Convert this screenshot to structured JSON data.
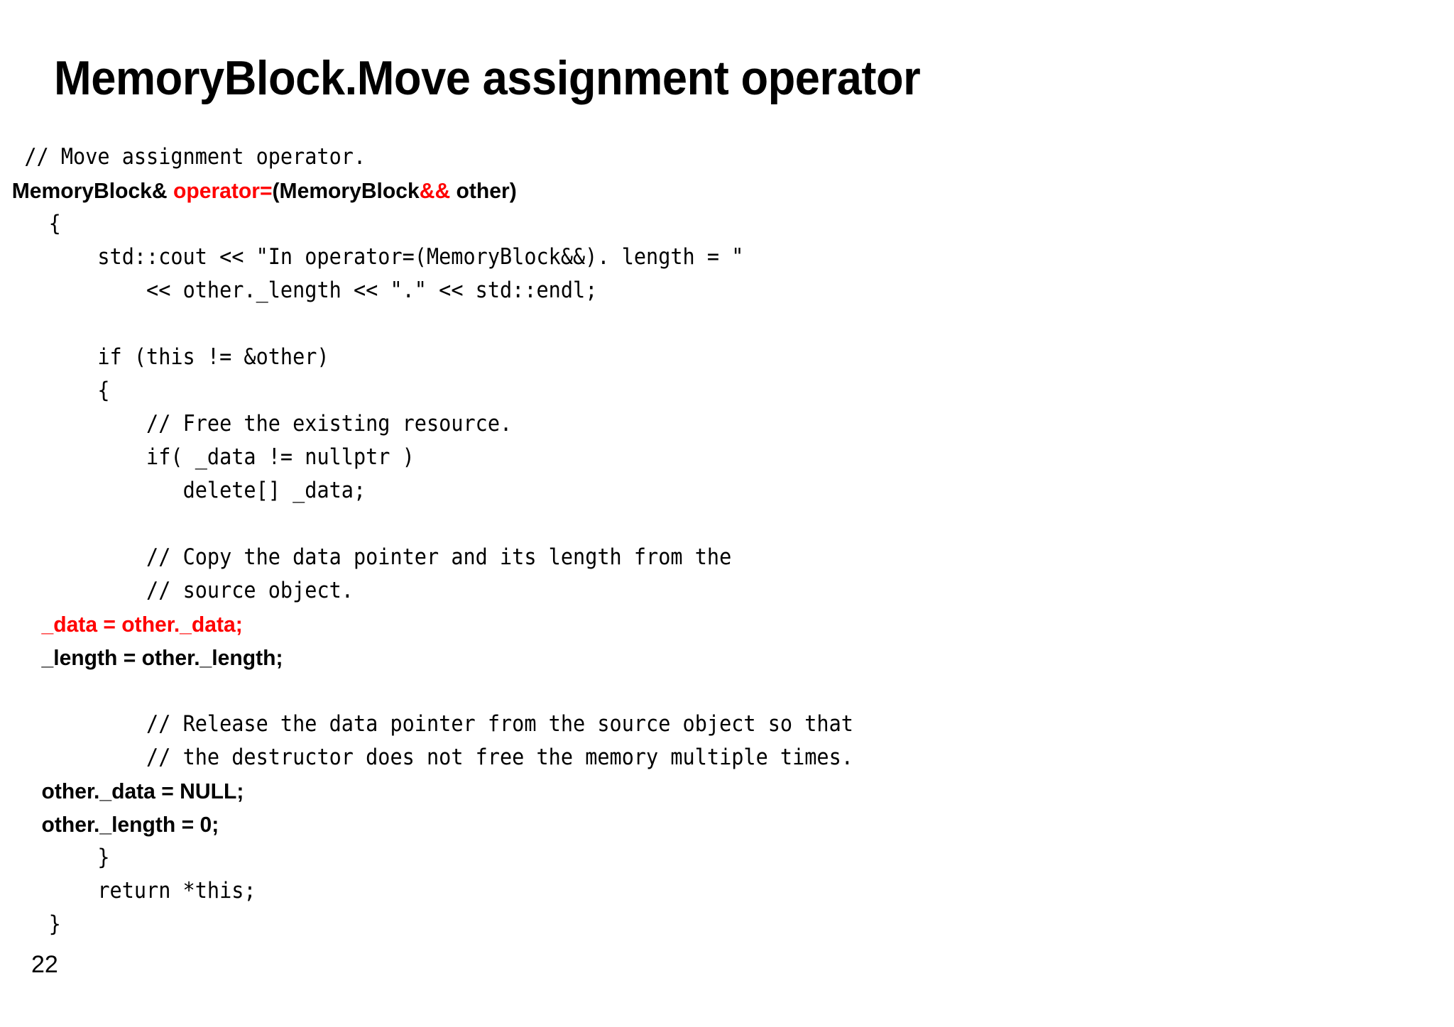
{
  "slide": {
    "title": "MemoryBlock.Move assignment operator",
    "page_number": "22",
    "accent_color": "#FF0000",
    "text_color": "#000000",
    "background_color": "#FFFFFF"
  },
  "code": {
    "language": "cpp",
    "lines": [
      {
        "style": "mono",
        "indent": "  ",
        "runs": [
          {
            "text": "// Move assignment operator.",
            "color": "black"
          }
        ]
      },
      {
        "style": "sans",
        "indent": "  ",
        "runs": [
          {
            "text": "MemoryBlock& ",
            "color": "black"
          },
          {
            "text": "operator=",
            "color": "red"
          },
          {
            "text": "(MemoryBlock",
            "color": "black"
          },
          {
            "text": "&&",
            "color": "red"
          },
          {
            "text": " other)",
            "color": "black"
          }
        ]
      },
      {
        "style": "mono",
        "indent": "    ",
        "runs": [
          {
            "text": "{",
            "color": "black"
          }
        ]
      },
      {
        "style": "mono",
        "indent": "        ",
        "runs": [
          {
            "text": "std::cout << \"In operator=(MemoryBlock&&). length = \"",
            "color": "black"
          }
        ]
      },
      {
        "style": "mono",
        "indent": "            ",
        "runs": [
          {
            "text": "<< other._length << \".\" << std::endl;",
            "color": "black"
          }
        ]
      },
      {
        "style": "blank",
        "indent": "",
        "runs": [
          {
            "text": " ",
            "color": "black"
          }
        ]
      },
      {
        "style": "mono",
        "indent": "        ",
        "runs": [
          {
            "text": "if (this != &other)",
            "color": "black"
          }
        ]
      },
      {
        "style": "mono",
        "indent": "        ",
        "runs": [
          {
            "text": "{",
            "color": "black"
          }
        ]
      },
      {
        "style": "mono",
        "indent": "            ",
        "runs": [
          {
            "text": "// Free the existing resource.",
            "color": "black"
          }
        ]
      },
      {
        "style": "mono",
        "indent": "            ",
        "runs": [
          {
            "text": "if( _data != nullptr )",
            "color": "black"
          }
        ]
      },
      {
        "style": "mono",
        "indent": "               ",
        "runs": [
          {
            "text": "delete[] _data;",
            "color": "black"
          }
        ]
      },
      {
        "style": "blank",
        "indent": "",
        "runs": [
          {
            "text": " ",
            "color": "black"
          }
        ]
      },
      {
        "style": "mono",
        "indent": "            ",
        "runs": [
          {
            "text": "// Copy the data pointer and its length from the",
            "color": "black"
          }
        ]
      },
      {
        "style": "mono",
        "indent": "            ",
        "runs": [
          {
            "text": "// source object.",
            "color": "black"
          }
        ]
      },
      {
        "style": "sans",
        "indent": "       ",
        "runs": [
          {
            "text": "_data = other._data;",
            "color": "red"
          }
        ]
      },
      {
        "style": "sans",
        "indent": "       ",
        "runs": [
          {
            "text": "_length = other._length;",
            "color": "black"
          }
        ]
      },
      {
        "style": "blank",
        "indent": "",
        "runs": [
          {
            "text": " ",
            "color": "black"
          }
        ]
      },
      {
        "style": "mono",
        "indent": "            ",
        "runs": [
          {
            "text": "// Release the data pointer from the source object so that",
            "color": "black"
          }
        ]
      },
      {
        "style": "mono",
        "indent": "            ",
        "runs": [
          {
            "text": "// the destructor does not free the memory multiple times.",
            "color": "black"
          }
        ]
      },
      {
        "style": "sans",
        "indent": "       ",
        "runs": [
          {
            "text": "other._data = NULL;",
            "color": "black"
          }
        ]
      },
      {
        "style": "sans",
        "indent": "       ",
        "runs": [
          {
            "text": "other._length = 0;",
            "color": "black"
          }
        ]
      },
      {
        "style": "mono",
        "indent": "        ",
        "runs": [
          {
            "text": "}",
            "color": "black"
          }
        ]
      },
      {
        "style": "mono",
        "indent": "        ",
        "runs": [
          {
            "text": "return *this;",
            "color": "black"
          }
        ]
      },
      {
        "style": "mono",
        "indent": "    ",
        "runs": [
          {
            "text": "}",
            "color": "black"
          }
        ]
      }
    ]
  }
}
